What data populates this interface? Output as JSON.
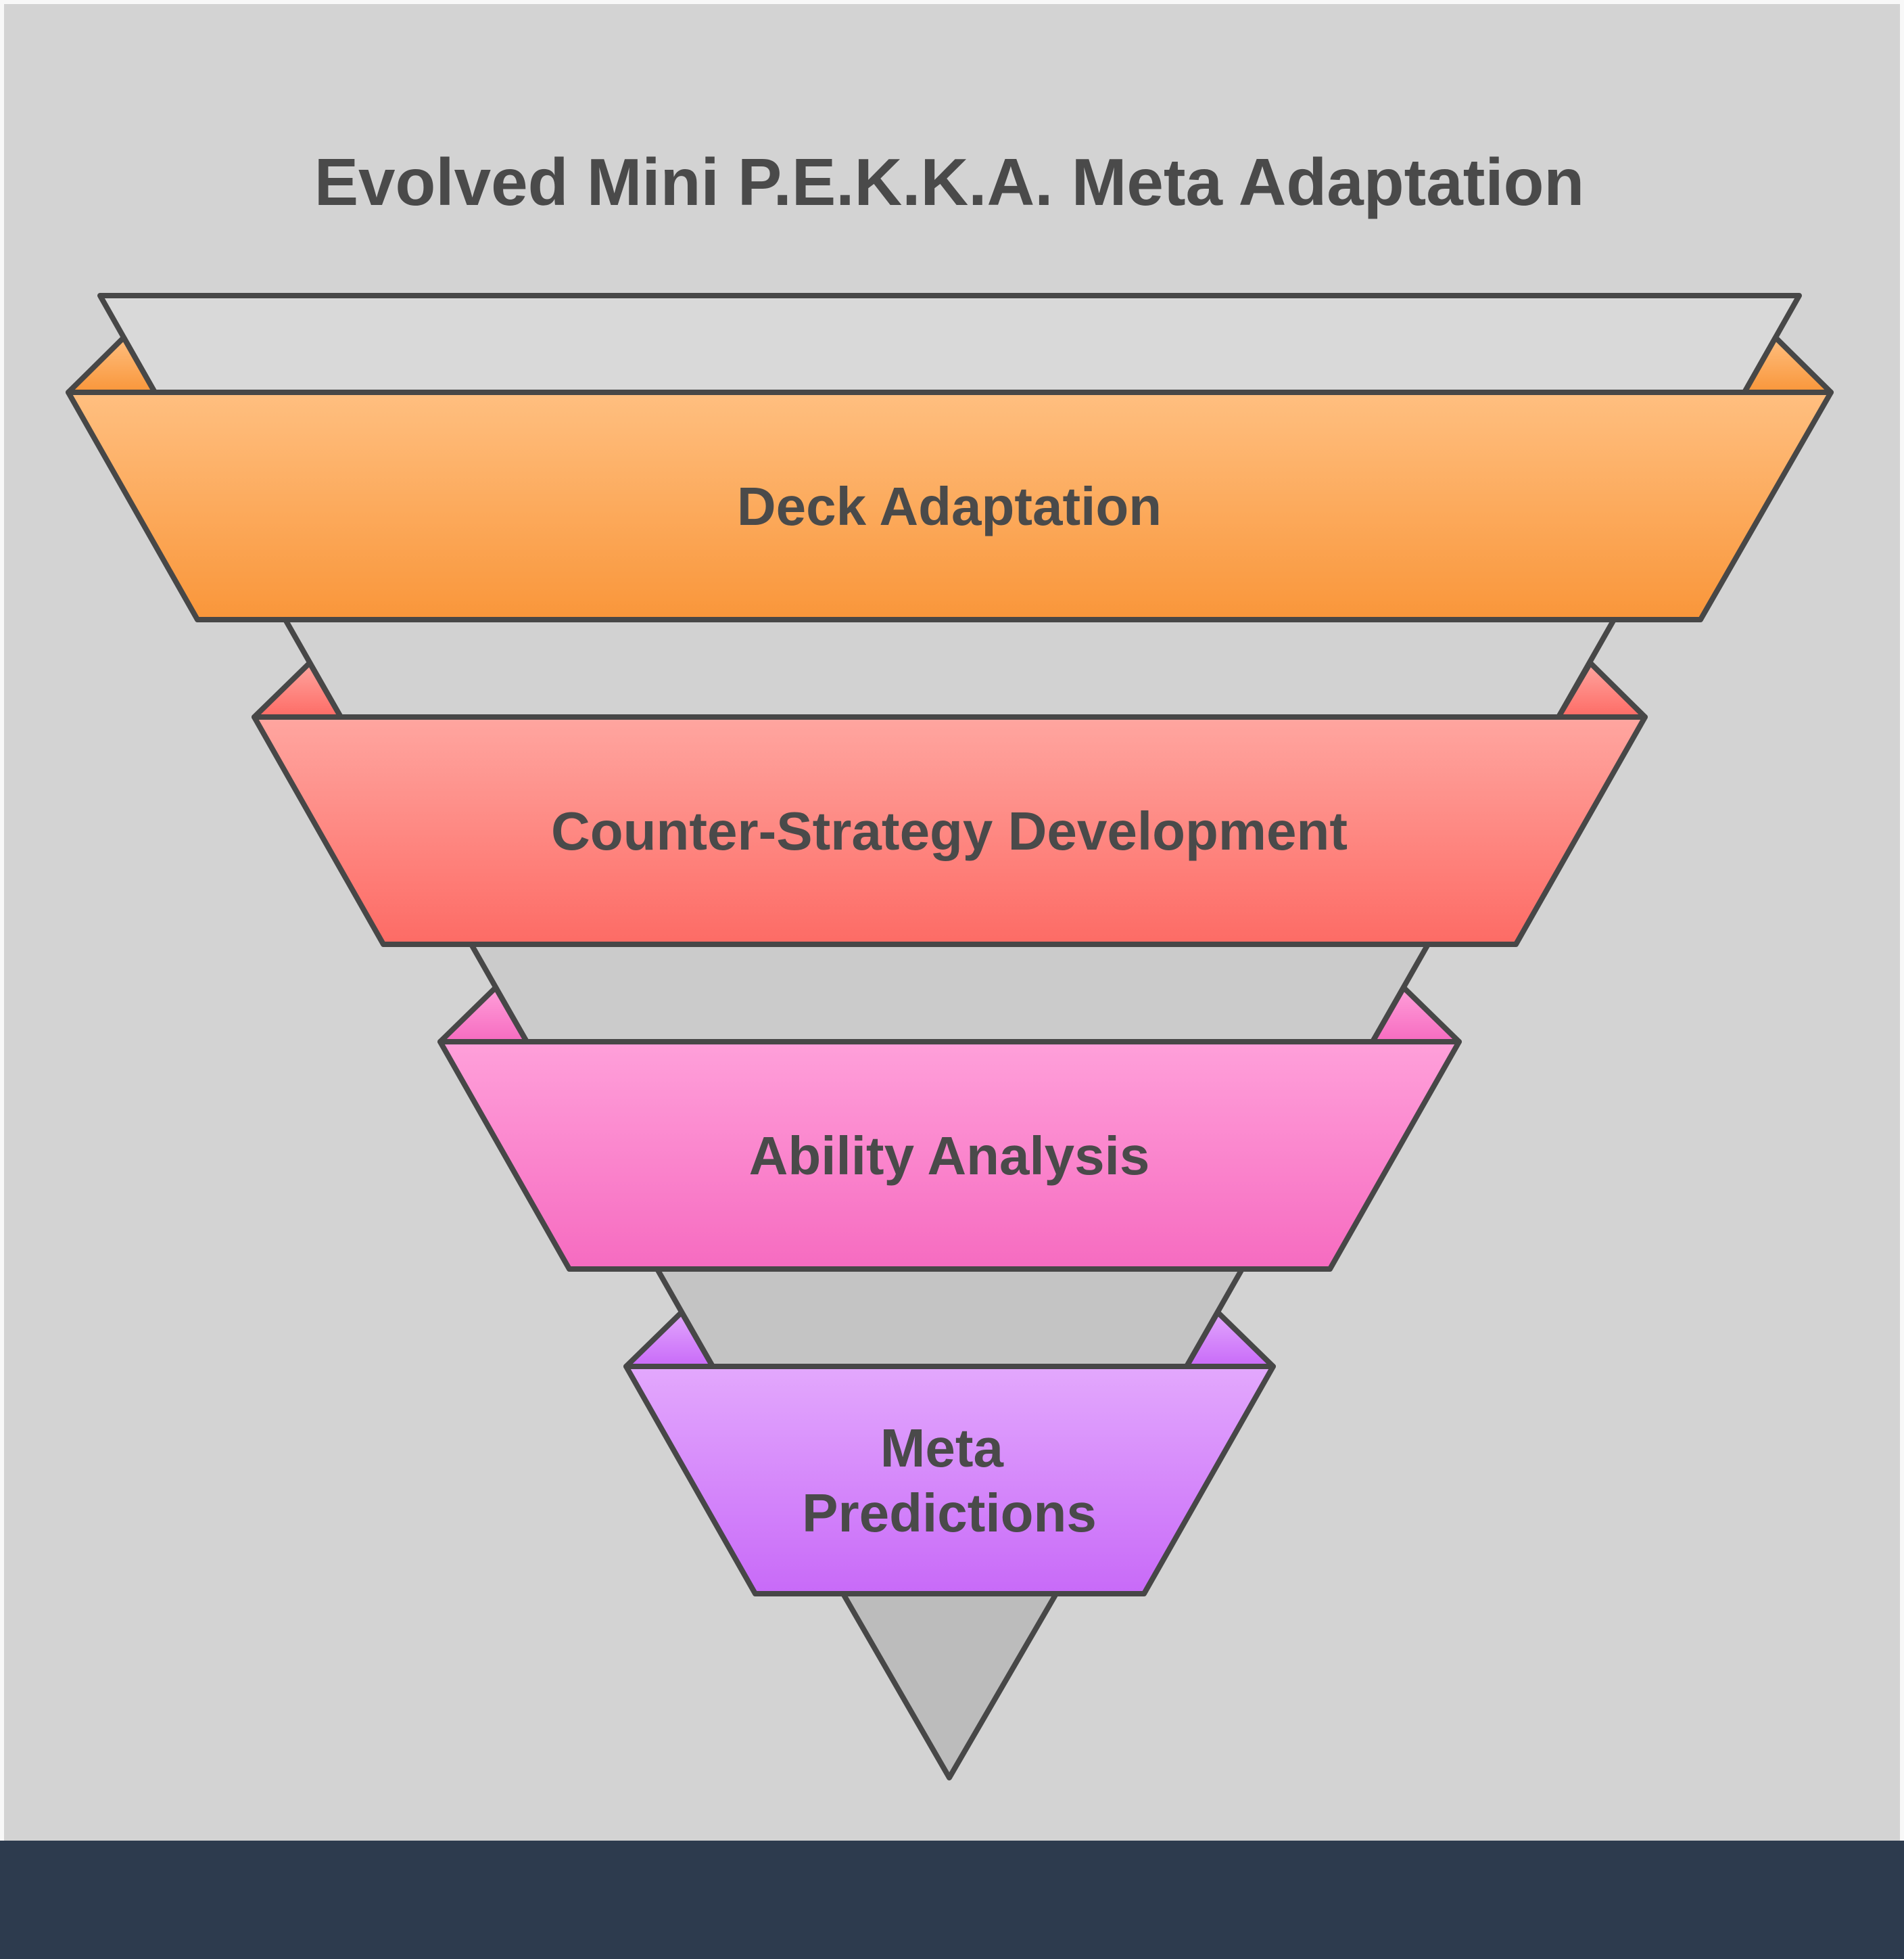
{
  "title": "Evolved Mini P.E.K.K.A. Meta Adaptation",
  "funnel": {
    "stages": [
      {
        "label_lines": [
          "Deck Adaptation"
        ],
        "color_top": "#ffbf80",
        "color_bottom": "#f9963a"
      },
      {
        "label_lines": [
          "Counter-Strategy Development"
        ],
        "color_top": "#ffa6a0",
        "color_bottom": "#fd6b65"
      },
      {
        "label_lines": [
          "Ability Analysis"
        ],
        "color_top": "#ffa0da",
        "color_bottom": "#f66bc0"
      },
      {
        "label_lines": [
          "Meta",
          "Predictions"
        ],
        "color_top": "#e3a8fd",
        "color_bottom": "#c86af8"
      }
    ],
    "stroke_color": "#474747",
    "text_color": "#4a4a4a"
  },
  "colors": {
    "panel_background": "#d3d3d3",
    "footer": "#2d3b4e"
  }
}
